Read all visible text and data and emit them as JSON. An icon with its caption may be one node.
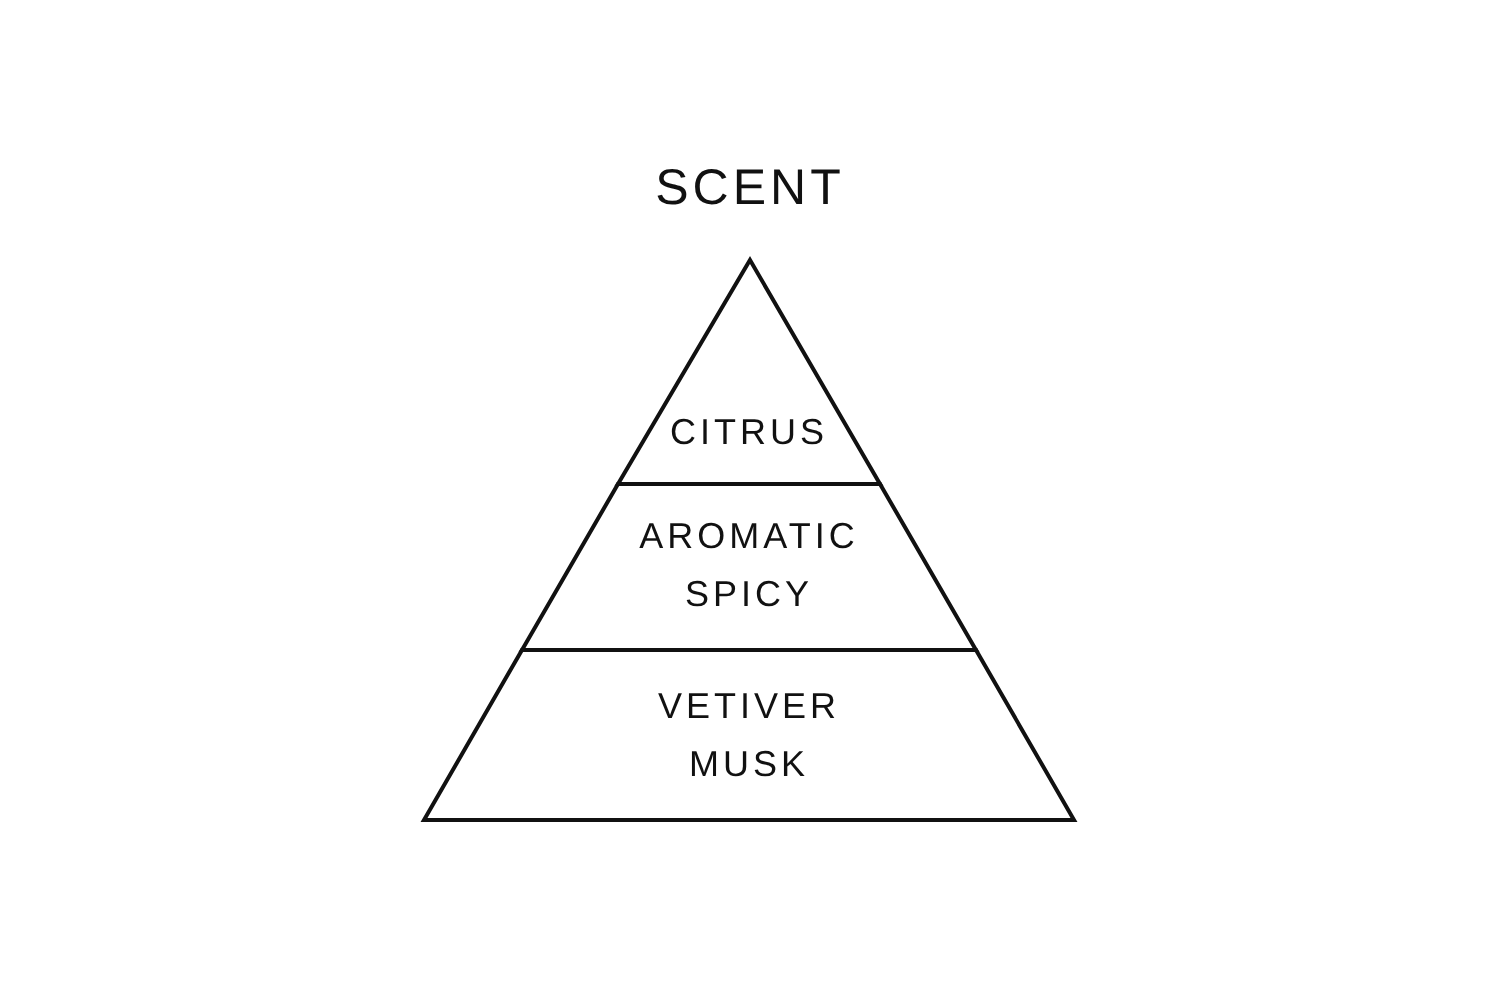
{
  "diagram": {
    "title": "SCENT",
    "nodes": [
      {
        "text": [
          "CITRUS"
        ]
      },
      {
        "text": [
          "AROMATIC SPICY"
        ]
      },
      {
        "text": [
          "VETIVER MUSK"
        ]
      }
    ]
  }
}
